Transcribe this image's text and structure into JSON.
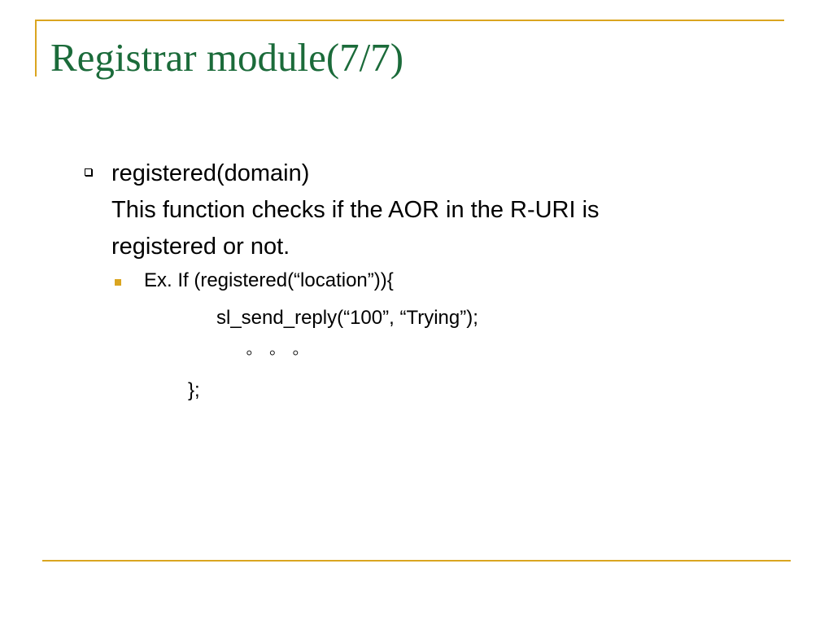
{
  "slide": {
    "title": "Registrar module(7/7)",
    "colors": {
      "title": "#1B6B3A",
      "accent": "#DAA520",
      "text": "#000000",
      "background": "#ffffff"
    },
    "bullet_level1": {
      "icon": "hollow-square-bullet-icon",
      "lines": [
        "registered(domain)",
        "This function checks if the AOR in the R-URI is",
        "registered or not."
      ]
    },
    "bullet_level2": {
      "icon": "filled-square-bullet-icon",
      "text": "Ex. If (registered(“location”)){"
    },
    "code_lines": [
      "sl_send_reply(“100”, “Trying”);",
      "◦   ◦   ◦",
      "};"
    ]
  }
}
